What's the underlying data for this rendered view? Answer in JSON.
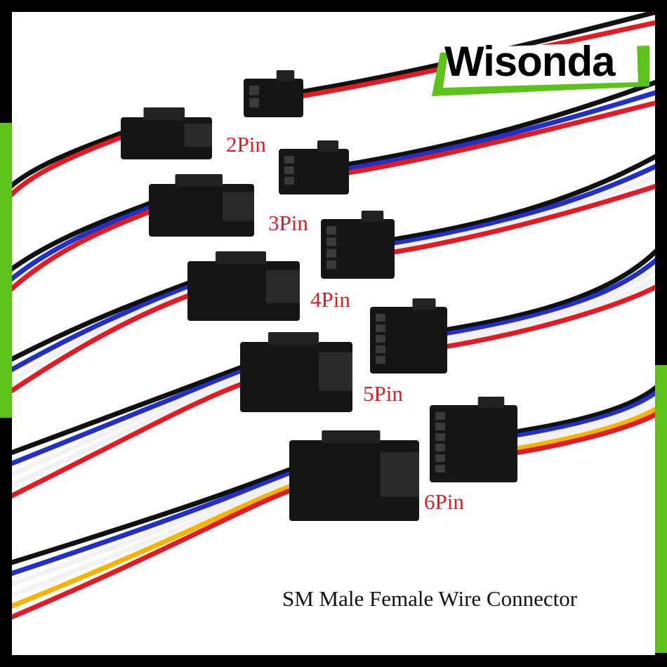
{
  "brand": {
    "name": "Wisonda",
    "accent_color": "#5cc21a"
  },
  "caption": "SM Male Female Wire Connector",
  "connectors": [
    {
      "label": "2Pin",
      "wires": [
        "#111111",
        "#e01b24"
      ]
    },
    {
      "label": "3Pin",
      "wires": [
        "#111111",
        "#2330c8",
        "#e01b24"
      ]
    },
    {
      "label": "4Pin",
      "wires": [
        "#111111",
        "#2330c8",
        "#f2f2f2",
        "#e01b24"
      ]
    },
    {
      "label": "5Pin",
      "wires": [
        "#111111",
        "#2330c8",
        "#f2f2f2",
        "#f2f2f2",
        "#e01b24"
      ]
    },
    {
      "label": "6Pin",
      "wires": [
        "#111111",
        "#2330c8",
        "#f2f2f2",
        "#f2f2f2",
        "#f4b400",
        "#e01b24"
      ]
    }
  ],
  "colors": {
    "wire_red": "#e01b24",
    "wire_blue": "#2330c8",
    "wire_white": "#f2f2f2",
    "wire_yellow": "#f4b400",
    "housing": "#151515"
  }
}
